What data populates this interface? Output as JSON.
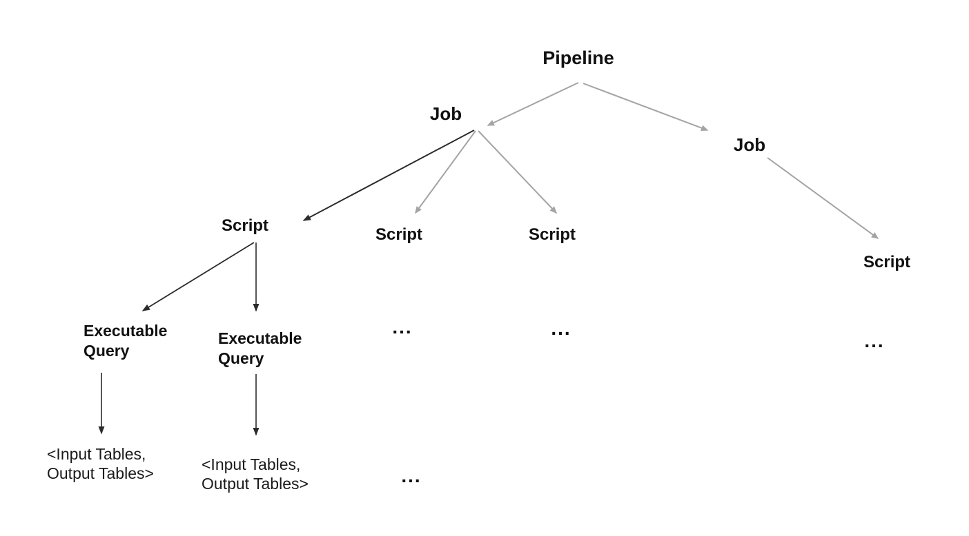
{
  "diagram": {
    "nodes": {
      "pipeline": "Pipeline",
      "job_left": "Job",
      "job_right": "Job",
      "script_1": "Script",
      "script_2": "Script",
      "script_3": "Script",
      "script_right": "Script",
      "executable_query_1": "Executable\nQuery",
      "executable_query_2": "Executable\nQuery",
      "io_tables_1": "<Input Tables,\nOutput Tables>",
      "io_tables_2": "<Input Tables,\nOutput Tables>",
      "ellipsis_under_script_2": "...",
      "ellipsis_under_script_3": "...",
      "ellipsis_under_script_right": "...",
      "ellipsis_bottom": "..."
    },
    "edges": [
      {
        "from": "pipeline",
        "to": "job_left",
        "style": "gray"
      },
      {
        "from": "pipeline",
        "to": "job_right",
        "style": "gray"
      },
      {
        "from": "job_left",
        "to": "script_1",
        "style": "dark"
      },
      {
        "from": "job_left",
        "to": "script_2",
        "style": "gray"
      },
      {
        "from": "job_left",
        "to": "script_3",
        "style": "gray"
      },
      {
        "from": "job_right",
        "to": "script_right",
        "style": "gray"
      },
      {
        "from": "script_1",
        "to": "executable_query_1",
        "style": "dark"
      },
      {
        "from": "script_1",
        "to": "executable_query_2",
        "style": "dark"
      },
      {
        "from": "executable_query_1",
        "to": "io_tables_1",
        "style": "dark"
      },
      {
        "from": "executable_query_2",
        "to": "io_tables_2",
        "style": "dark"
      }
    ],
    "colors": {
      "edge_gray": "#a3a3a8",
      "edge_dark": "#2b2b2b",
      "text": "#111111",
      "background": "#ffffff"
    }
  }
}
